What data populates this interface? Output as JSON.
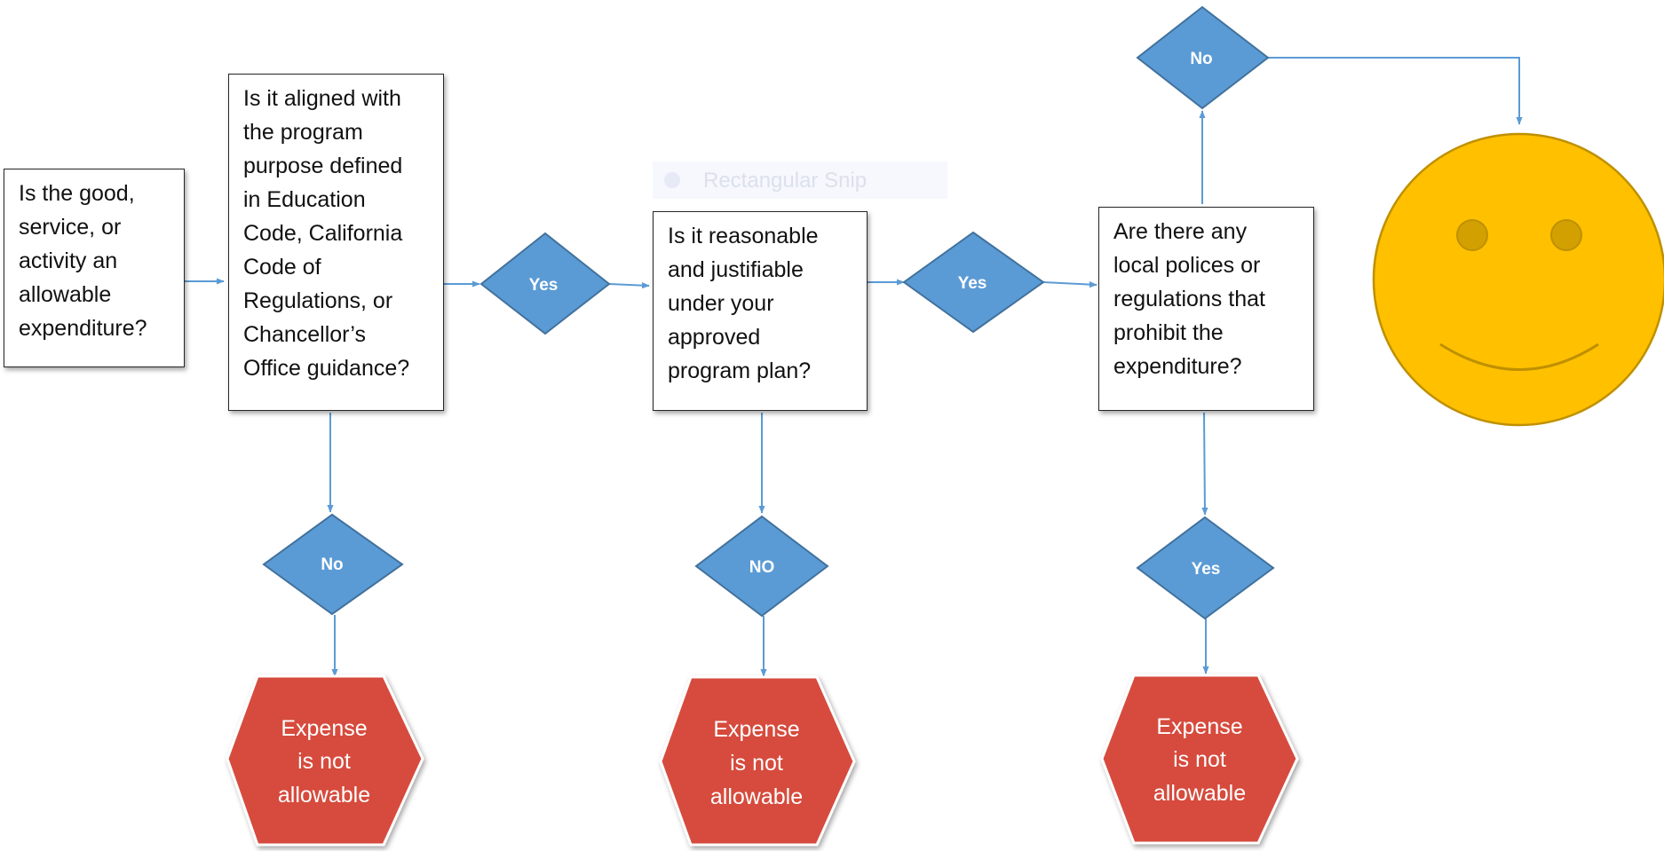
{
  "boxes": {
    "q1": "Is the good,\nservice, or\nactivity an\nallowable\nexpenditure?",
    "q2": "Is it aligned with\nthe program\npurpose defined\nin Education\nCode, California\nCode of\nRegulations, or\nChancellor’s\nOffice guidance?",
    "q3": "Is it reasonable\nand justifiable\nunder your\napproved\nprogram plan?",
    "q4": "Are there any\nlocal polices or\nregulations that\nprohibit the\nexpenditure?"
  },
  "decisions": {
    "yes1": "Yes",
    "yes2": "Yes",
    "no_top": "No",
    "no1": "No",
    "no2": "NO",
    "yes3": "Yes"
  },
  "outcomes": {
    "out1": [
      "Expense",
      "is not",
      "allowable"
    ],
    "out2": [
      "Expense",
      "is not",
      "allowable"
    ],
    "out3": [
      "Expense",
      "is not",
      "allowable"
    ]
  },
  "overlay": {
    "snip_label": "Rectangular Snip"
  },
  "colors": {
    "decision_fill": "#5b9bd5",
    "decision_stroke": "#41719c",
    "outcome_fill": "#d64b3e",
    "connector": "#5b9bd5",
    "smiley_fill": "#ffc000",
    "smiley_stroke": "#bf9000"
  }
}
